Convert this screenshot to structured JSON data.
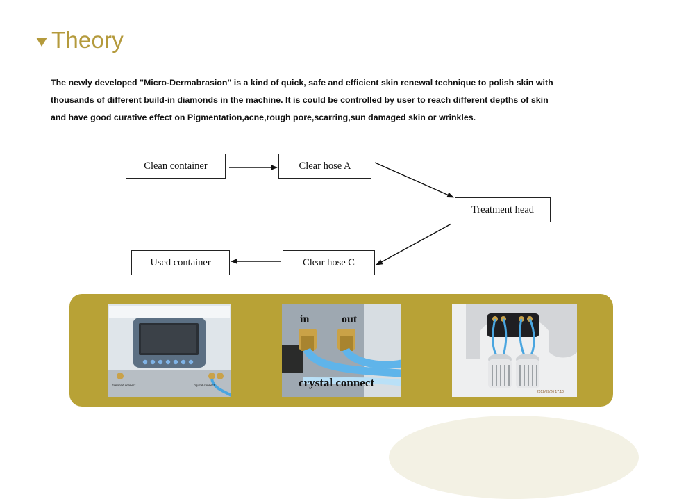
{
  "heading": "Theory",
  "paragraph": {
    "line1": "The newly developed \"Micro-Dermabrasion\" is a kind of quick, safe and efficient skin renewal technique to polish skin with",
    "line2": "thousands of different build-in diamonds in the machine. It is could be controlled by user to reach different depths of skin",
    "line3": "and have good curative effect on Pigmentation,acne,rough pore,scarring,sun damaged skin or wrinkles."
  },
  "flow": {
    "clean_container": "Clean container",
    "clear_hose_a": "Clear hose A",
    "treatment_head": "Treatment head",
    "clear_hose_c": "Clear hose C",
    "used_container": "Used container"
  },
  "photos": {
    "photo1": {
      "label_left": "diamond connect",
      "label_right": "crystal connect"
    },
    "photo2": {
      "label_in": "in",
      "label_out": "out",
      "caption": "crystal connect"
    },
    "photo3": {
      "timestamp": "2012/09/26 17:10"
    }
  },
  "colors": {
    "gold": "#b49a3c",
    "panel": "#b8a236",
    "hose_blue": "#4aa6e0"
  }
}
